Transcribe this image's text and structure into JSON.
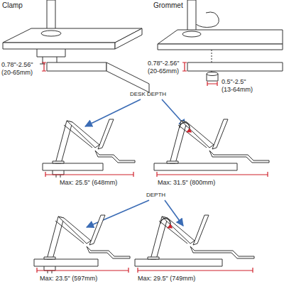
{
  "diagram": {
    "labels": [
      "Clamp",
      "Grommet",
      "0.78\"-2.56\"",
      "(20-65mm)",
      "0.78\"-2.56\"",
      "(20-65mm)",
      "0.5\"-2.5\"",
      "(13-64mm)",
      "DESK DEPTH",
      "Max: 25.5\" (648mm)",
      "Max: 31.5\" (800mm)",
      "DEPTH",
      "Max: 23.5\" (597mm)",
      "Max: 29.5\" (749mm)"
    ]
  }
}
